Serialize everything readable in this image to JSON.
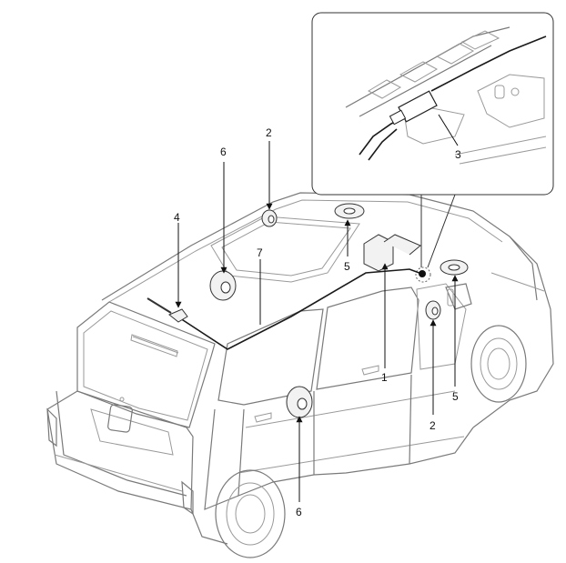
{
  "callouts": {
    "c1": "1",
    "c2a": "2",
    "c2b": "2",
    "c3": "3",
    "c4": "4",
    "c5a": "5",
    "c5b": "5",
    "c6a": "6",
    "c6b": "6",
    "c7": "7"
  },
  "colors": {
    "line": "#1a1a1a",
    "outline": "#9a9a9a",
    "background": "#ffffff"
  }
}
